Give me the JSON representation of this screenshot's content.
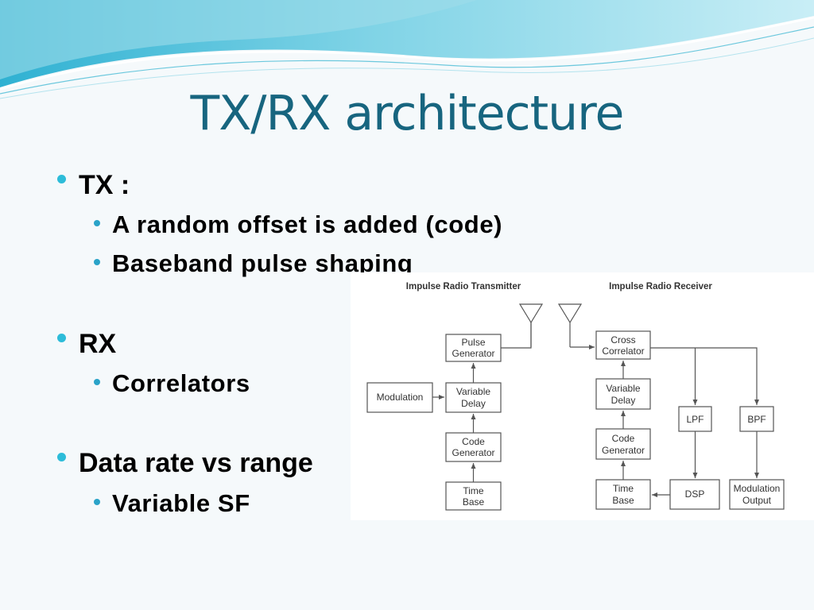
{
  "slide": {
    "title": "TX/RX architecture",
    "bullets": {
      "tx": {
        "label": "TX :",
        "items": [
          "A random offset is added (code)",
          "Baseband pulse shaping"
        ]
      },
      "rx": {
        "label": "RX",
        "items": [
          "Correlators"
        ]
      },
      "data_rate": {
        "label": "Data rate vs range",
        "items": [
          "Variable SF"
        ]
      }
    }
  },
  "diagram": {
    "transmitter_title": "Impulse Radio Transmitter",
    "receiver_title": "Impulse Radio Receiver",
    "tx_blocks": {
      "pulse_generator": [
        "Pulse",
        "Generator"
      ],
      "modulation": [
        "Modulation"
      ],
      "variable_delay": [
        "Variable",
        "Delay"
      ],
      "code_generator": [
        "Code",
        "Generator"
      ],
      "time_base": [
        "Time",
        "Base"
      ]
    },
    "rx_blocks": {
      "cross_correlator": [
        "Cross",
        "Correlator"
      ],
      "variable_delay": [
        "Variable",
        "Delay"
      ],
      "code_generator": [
        "Code",
        "Generator"
      ],
      "time_base": [
        "Time",
        "Base"
      ],
      "lpf": [
        "LPF"
      ],
      "bpf": [
        "BPF"
      ],
      "dsp": [
        "DSP"
      ],
      "modulation_output": [
        "Modulation",
        "Output"
      ]
    }
  },
  "colors": {
    "title": "#17657f",
    "bullet_l1": "#2dbcd9",
    "bullet_l2": "#2aa3c8",
    "wave": "#5cc6dd"
  }
}
